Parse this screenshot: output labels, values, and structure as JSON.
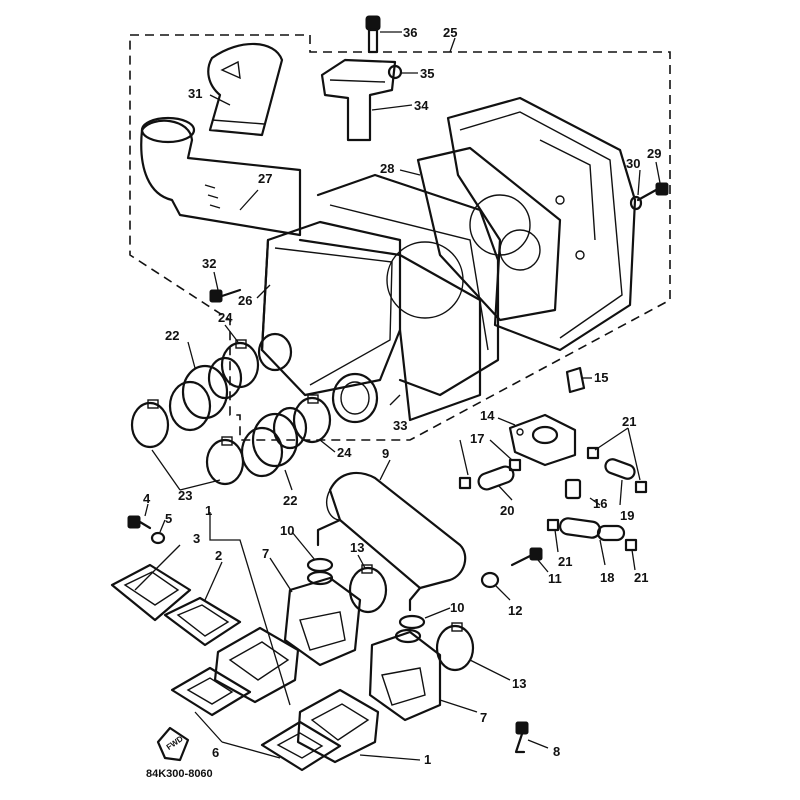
{
  "diagram_code": "84K300-8060",
  "front_marker": "FWD",
  "labels": {
    "l1a": "1",
    "l1b": "1",
    "l2": "2",
    "l3": "3",
    "l4": "4",
    "l5": "5",
    "l6": "6",
    "l7a": "7",
    "l7b": "7",
    "l8": "8",
    "l9": "9",
    "l10a": "10",
    "l10b": "10",
    "l11": "11",
    "l12": "12",
    "l13a": "13",
    "l13b": "13",
    "l14": "14",
    "l15": "15",
    "l16": "16",
    "l17": "17",
    "l18": "18",
    "l19": "19",
    "l20": "20",
    "l21a": "21",
    "l21b": "21",
    "l21c": "21",
    "l22a": "22",
    "l22b": "22",
    "l23": "23",
    "l24a": "24",
    "l24b": "24",
    "l25": "25",
    "l26": "26",
    "l27": "27",
    "l28": "28",
    "l29": "29",
    "l30": "30",
    "l31": "31",
    "l32": "32",
    "l33": "33",
    "l34": "34",
    "l35": "35",
    "l36": "36"
  }
}
